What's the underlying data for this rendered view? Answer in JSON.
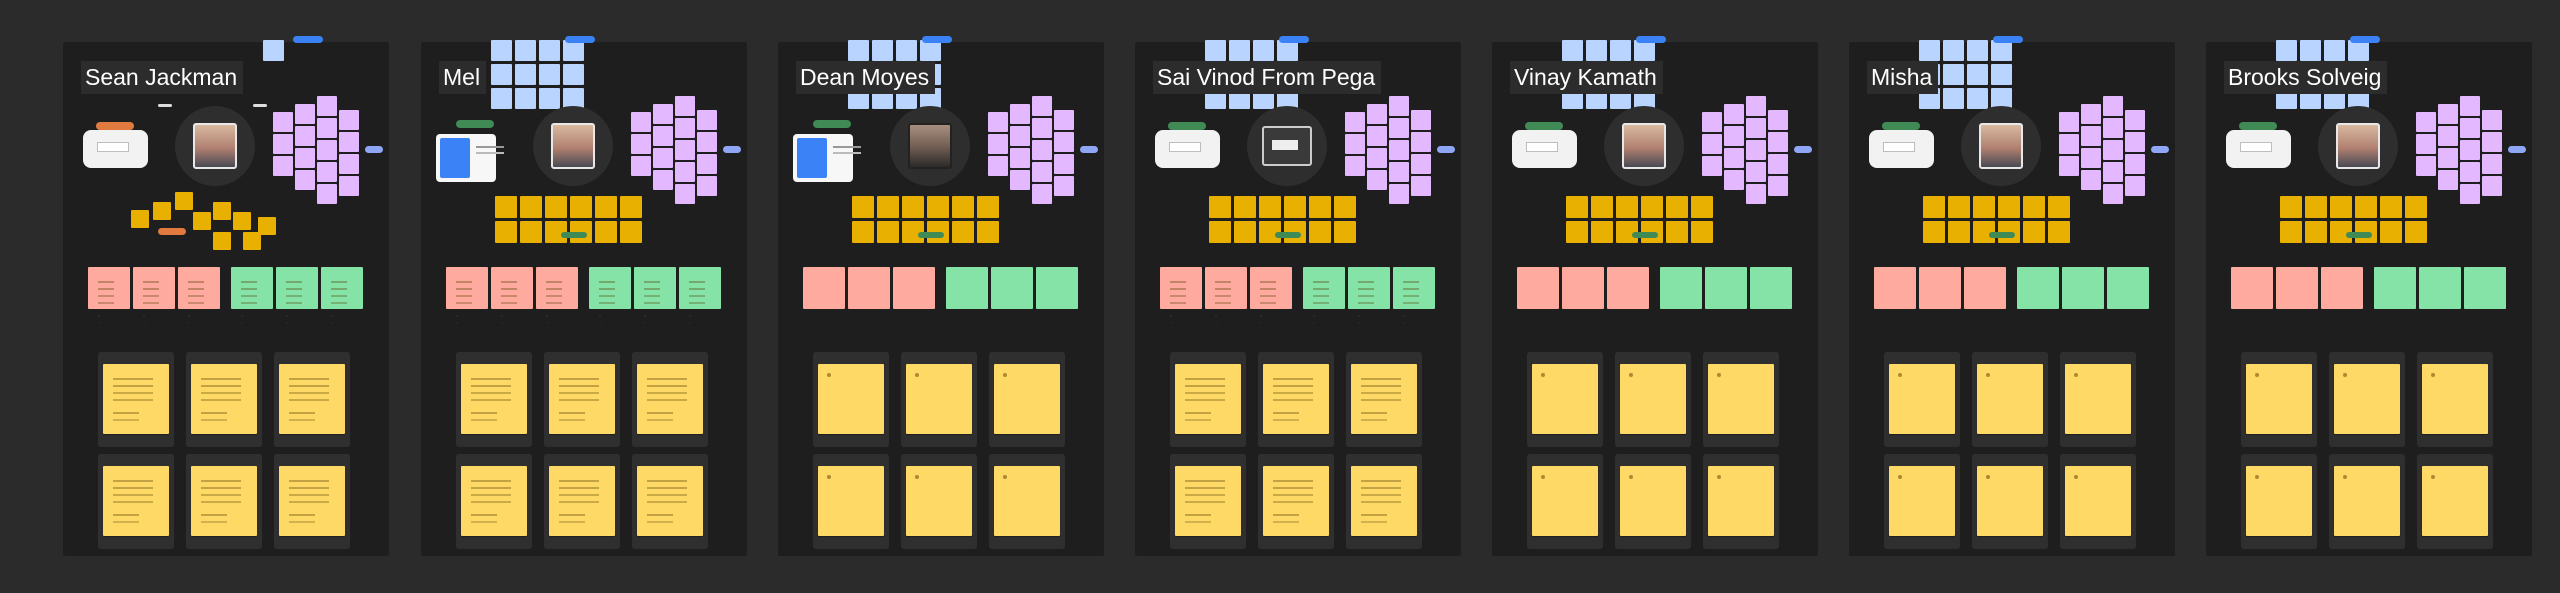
{
  "board": {
    "frames": [
      {
        "id": "sean",
        "title": "Sean Jackman",
        "avatar": "photo-avatar",
        "has_text_notes": true
      },
      {
        "id": "mel",
        "title": "Mel",
        "avatar": "photo-avatar",
        "has_text_notes": true
      },
      {
        "id": "dean",
        "title": "Dean Moyes",
        "avatar": "photo-avatar",
        "has_text_notes": false
      },
      {
        "id": "sai",
        "title": "Sai Vinod From Pega",
        "avatar": "screen-avatar",
        "has_text_notes": true
      },
      {
        "id": "vinay",
        "title": "Vinay Kamath",
        "avatar": "photo-avatar",
        "has_text_notes": false
      },
      {
        "id": "misha",
        "title": "Misha",
        "avatar": "photo-avatar",
        "has_text_notes": false
      },
      {
        "id": "brooks",
        "title": "Brooks Solveig",
        "avatar": "photo-avatar",
        "has_text_notes": false
      }
    ]
  },
  "colors": {
    "canvas": "#2b2b2b",
    "frame": "#1e1e1e",
    "sticky_yellow": "#ffd966",
    "sticky_salmon": "#ffaa9e",
    "sticky_green": "#86e3a8",
    "sticky_purple": "#e3b8ff",
    "sticky_blue": "#b8d4ff",
    "sticky_amber": "#e8b000"
  }
}
